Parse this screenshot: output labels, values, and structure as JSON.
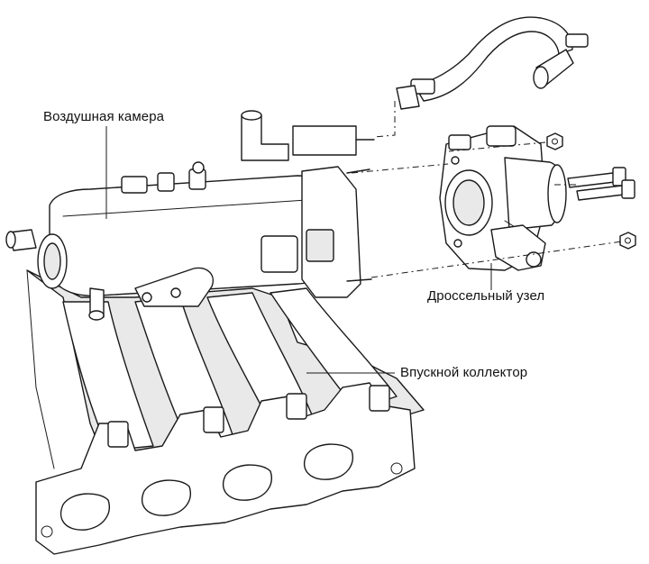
{
  "labels": {
    "air_chamber": "Воздушная камера",
    "throttle_body": "Дроссельный узел",
    "intake_manifold": "Впускной коллектор"
  },
  "colors": {
    "ink": "#1a1a1a",
    "background": "#ffffff"
  }
}
